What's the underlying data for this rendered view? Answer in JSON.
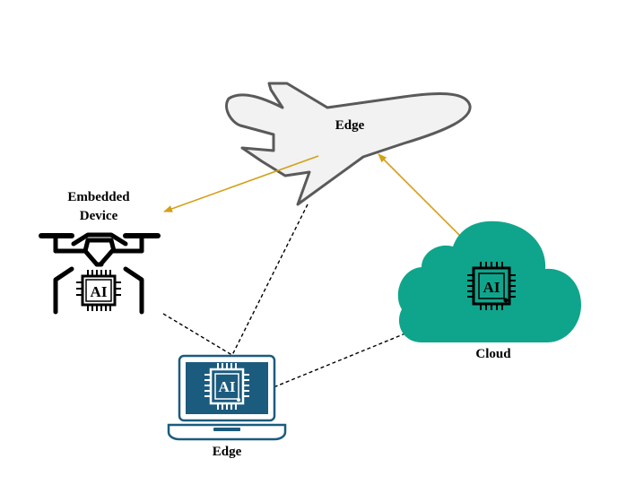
{
  "labels": {
    "airplane": "Edge",
    "embedded_line1": "Embedded",
    "embedded_line2": "Device",
    "laptop": "Edge",
    "cloud": "Cloud"
  },
  "chip_text": "AI",
  "colors": {
    "arrow": "#d4a017",
    "cloud": "#0fa58c",
    "laptop_screen": "#1b5b7e",
    "airplane_fill": "#f2f2f2",
    "airplane_stroke": "#555555",
    "dashed": "#000000"
  },
  "icons": [
    "airplane-icon",
    "drone-icon",
    "laptop-icon",
    "cloud-icon",
    "ai-chip-icon"
  ]
}
